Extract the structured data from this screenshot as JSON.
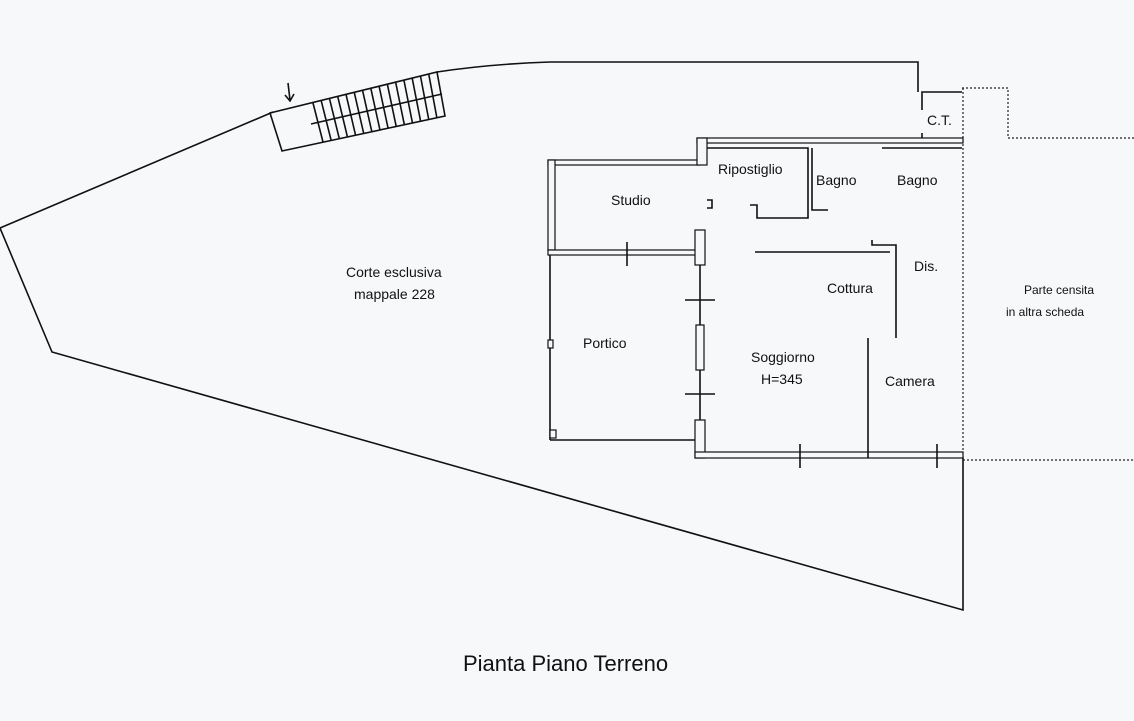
{
  "plan": {
    "title": "Pianta Piano Terreno",
    "courtyard": {
      "line1": "Corte esclusiva",
      "line2": "mappale 228"
    },
    "other_part": {
      "line1": "Parte censita",
      "line2": "in altra scheda"
    },
    "rooms": {
      "studio": "Studio",
      "ripostiglio": "Ripostiglio",
      "bagno1": "Bagno",
      "bagno2": "Bagno",
      "dis": "Dis.",
      "cottura": "Cottura",
      "soggiorno": "Soggiorno",
      "height": "H=345",
      "camera": "Camera",
      "portico": "Portico",
      "ct": "C.T."
    }
  }
}
